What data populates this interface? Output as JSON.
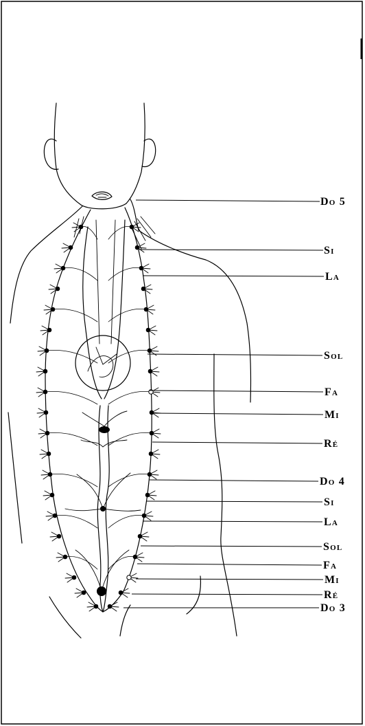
{
  "labels": [
    "Do 5",
    "Si",
    "La",
    "Sol",
    "Fa",
    "Mi",
    "Ré",
    "Do 4",
    "Si",
    "La",
    "Sol",
    "Fa",
    "Mi",
    "Ré",
    "Do 3"
  ],
  "colors": {
    "ink": "#000000",
    "background": "#ffffff"
  }
}
